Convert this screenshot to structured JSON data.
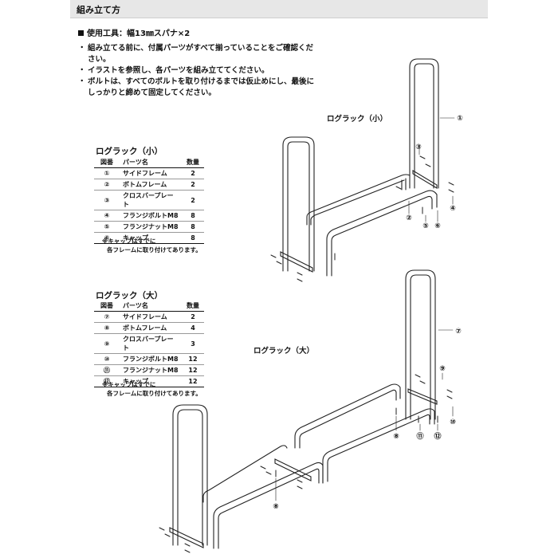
{
  "header": {
    "title": "組み立て方"
  },
  "tools": "使用工具：幅13㎜スパナ×2",
  "notes": [
    "組み立てる前に、付属パーツがすべて揃っていることをご確認ください。",
    "イラストを参照し、各パーツを組み立ててください。",
    "ボルトは、すべてのボルトを取り付けるまでは仮止めにし、最後にしっかりと締めて固定してください。"
  ],
  "small": {
    "title": "ログラック（小）",
    "diagram_label": "ログラック（小）",
    "headers": [
      "図番",
      "パーツ名",
      "数量"
    ],
    "rows": [
      {
        "no": "①",
        "name": "サイドフレーム",
        "qty": "2"
      },
      {
        "no": "②",
        "name": "ボトムフレーム",
        "qty": "2"
      },
      {
        "no": "③",
        "name": "クロスバープレート",
        "qty": "2"
      },
      {
        "no": "④",
        "name": "フランジボルトM8",
        "qty": "8"
      },
      {
        "no": "⑤",
        "name": "フランジナットM8",
        "qty": "8"
      },
      {
        "no": "⑥",
        "name": "キャップ",
        "qty": "8"
      }
    ],
    "note1": "※キャップはすでに",
    "note2": "各フレームに取り付けてあります。",
    "callouts": [
      "①",
      "②",
      "③",
      "④",
      "⑤",
      "⑥"
    ]
  },
  "large": {
    "title": "ログラック（大）",
    "diagram_label": "ログラック（大）",
    "headers": [
      "図番",
      "パーツ名",
      "数量"
    ],
    "rows": [
      {
        "no": "⑦",
        "name": "サイドフレーム",
        "qty": "2"
      },
      {
        "no": "⑧",
        "name": "ボトムフレーム",
        "qty": "4"
      },
      {
        "no": "⑨",
        "name": "クロスバープレート",
        "qty": "3"
      },
      {
        "no": "⑩",
        "name": "フランジボルトM8",
        "qty": "12"
      },
      {
        "no": "⑪",
        "name": "フランジナットM8",
        "qty": "12"
      },
      {
        "no": "⑫",
        "name": "キャップ",
        "qty": "12"
      }
    ],
    "note1": "※キャップはすでに",
    "note2": "各フレームに取り付けてあります。",
    "callouts": [
      "⑦",
      "⑧",
      "⑧",
      "⑨",
      "⑩",
      "⑪",
      "⑫"
    ]
  }
}
